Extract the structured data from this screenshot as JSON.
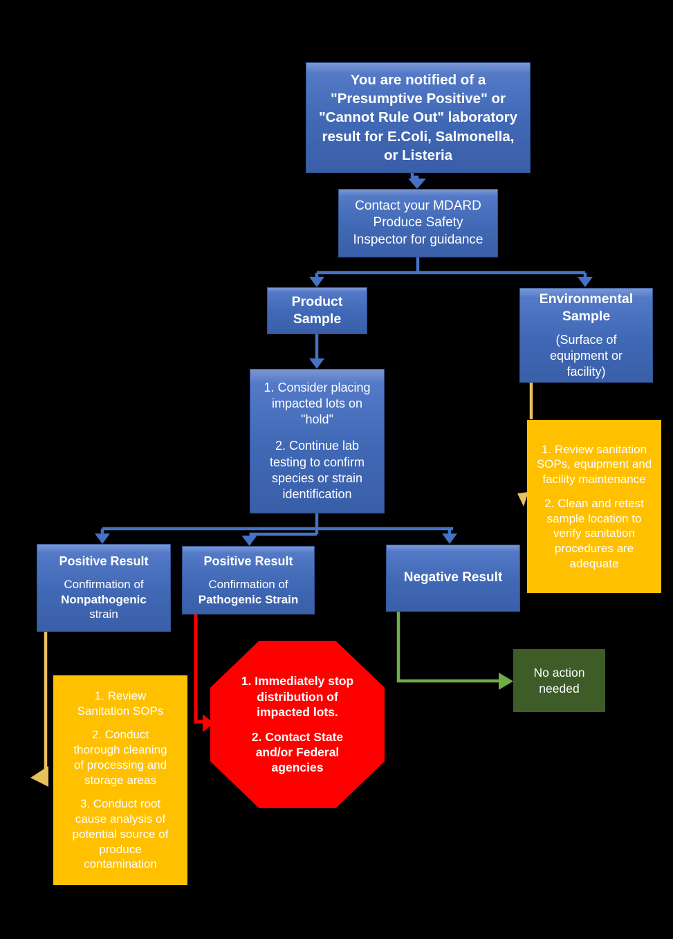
{
  "colors": {
    "background": "#000000",
    "node_blue": "#4068b4",
    "node_blue_border": "#2f528f",
    "blue_arrow": "#4472c4",
    "gold": "#ffc000",
    "gold_arrow": "#e8c05c",
    "red": "#fe0000",
    "dark_green": "#3d5c28",
    "green_arrow": "#70ad47",
    "text": "#ffffff"
  },
  "nodes": {
    "start": {
      "text": "You are notified of a \"Presumptive Positive\" or \"Cannot Rule Out\" laboratory result for E.Coli, Salmonella, or Listeria"
    },
    "contact": {
      "text": "Contact your MDARD Produce Safety Inspector for guidance"
    },
    "product_sample": {
      "title": "Product Sample"
    },
    "environmental_sample": {
      "title": "Environmental Sample",
      "subtitle": "(Surface of equipment or facility)"
    },
    "product_actions": {
      "items": [
        "1. Consider placing impacted lots on \"hold\"",
        "2. Continue lab testing to confirm species or strain identification"
      ]
    },
    "positive_nonpathogenic": {
      "title": "Positive Result",
      "line1": "Confirmation of",
      "line2": "Nonpathogenic",
      "line3": "strain"
    },
    "positive_pathogenic": {
      "title": "Positive Result",
      "line1": "Confirmation of",
      "line2": "Pathogenic Strain"
    },
    "negative": {
      "title": "Negative Result"
    },
    "nonpathogenic_actions": {
      "items": [
        "1. Review Sanitation SOPs",
        "2. Conduct thorough cleaning of processing and storage areas",
        "3. Conduct root cause analysis of potential source of produce contamination"
      ]
    },
    "environmental_actions": {
      "items": [
        "1. Review sanitation SOPs, equipment and facility maintenance",
        "2. Clean and retest sample location to verify sanitation procedures are adequate"
      ]
    },
    "stop_sign": {
      "items": [
        "1. Immediately stop distribution of impacted lots.",
        "2. Contact State and/or Federal agencies"
      ]
    },
    "no_action": {
      "text": "No action needed"
    }
  }
}
